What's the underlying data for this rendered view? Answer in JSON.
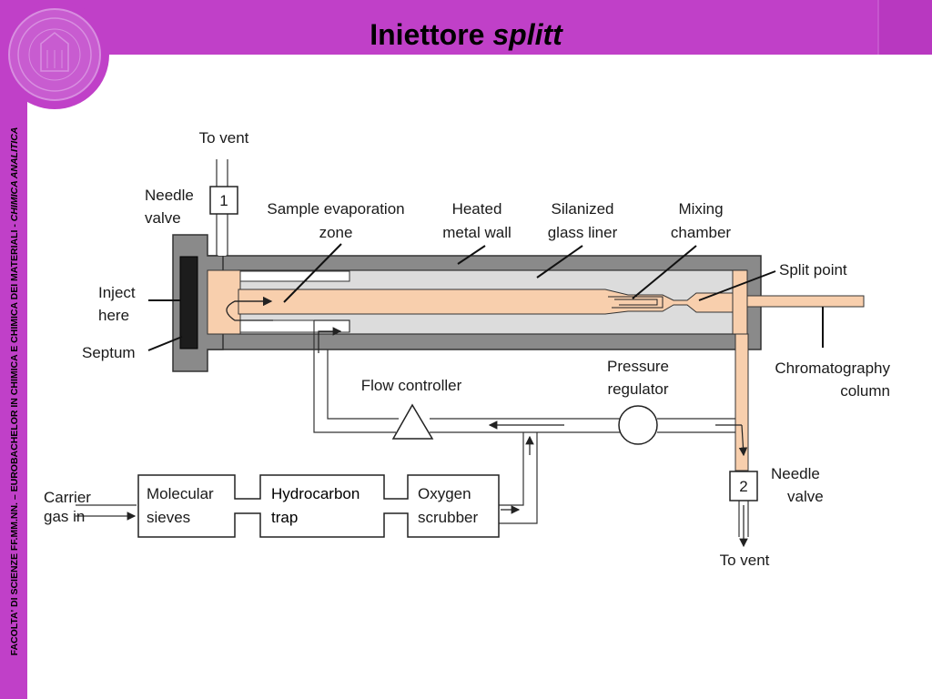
{
  "slide": {
    "title_main": "Iniettore",
    "title_italic": "splitt",
    "sidebar_text_main": "FACOLTA' DI SCIENZE FF.MM.NN. – EUROBACHELOR IN CHIMICA E CHIMICA DEI MATERIALI - ",
    "sidebar_text_italic": "CHIMICA ANALITICA"
  },
  "colors": {
    "header_magenta": "#c040c8",
    "metal_gray": "#8a8a8a",
    "liner_gray": "#dcdcdc",
    "sample_peach": "#f8cfad",
    "septum_dark": "#1c1c1c"
  },
  "diagram": {
    "labels": {
      "to_vent_top": "To vent",
      "needle_valve_1": [
        "Needle",
        "valve"
      ],
      "valve_1_num": "1",
      "sample_evap": [
        "Sample evaporation",
        "zone"
      ],
      "heated_metal": [
        "Heated",
        "metal wall"
      ],
      "silanized": [
        "Silanized",
        "glass liner"
      ],
      "mixing": [
        "Mixing",
        "chamber"
      ],
      "split_point": "Split point",
      "inject_here": [
        "Inject",
        "here"
      ],
      "septum": "Septum",
      "flow_controller": "Flow controller",
      "pressure_reg": [
        "Pressure",
        "regulator"
      ],
      "chrom_column": [
        "Chromatography",
        "column"
      ],
      "needle_valve_2": [
        "Needle",
        "valve"
      ],
      "valve_2_num": "2",
      "to_vent_bottom": "To vent",
      "carrier_gas": [
        "Carrier",
        "gas in"
      ],
      "molecular_sieves": [
        "Molecular",
        "sieves"
      ],
      "hydrocarbon_trap": [
        "Hydrocarbon",
        "trap"
      ],
      "oxygen_scrubber": [
        "Oxygen",
        "scrubber"
      ]
    }
  }
}
